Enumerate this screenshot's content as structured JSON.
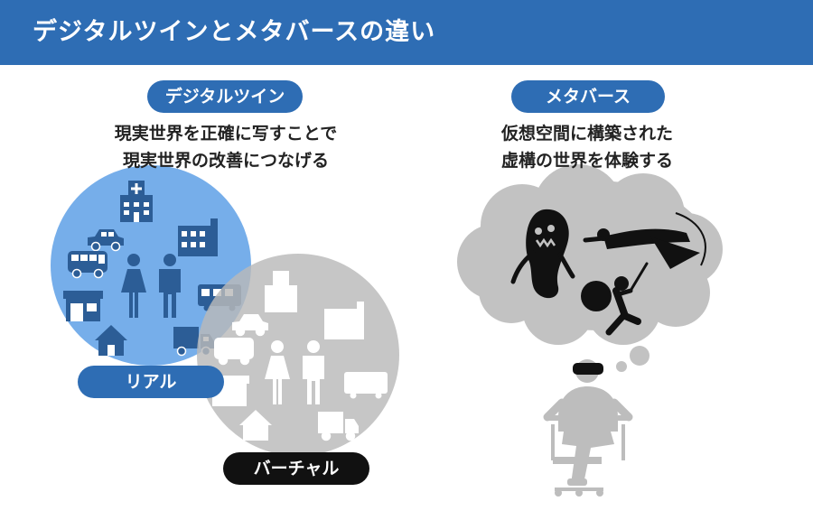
{
  "header": {
    "title": "デジタルツインとメタバースの違い"
  },
  "digital_twin": {
    "label": "デジタルツイン",
    "description_line1": "現実世界を正確に写すことで",
    "description_line2": "現実世界の改善につなげる",
    "real_label": "リアル",
    "virtual_label": "バーチャル"
  },
  "metaverse": {
    "label": "メタバース",
    "description_line1": "仮想空間に構築された",
    "description_line2": "虚構の世界を体験する"
  },
  "colors": {
    "brand_blue": "#2e6db4",
    "real_circle": "#76aeea",
    "real_icons": "#2c5d96",
    "virtual_circle": "#bdbdbd",
    "virtual_icons": "#ffffff",
    "cloud": "#c2c2c2",
    "person": "#bdbdbd",
    "dark": "#111111"
  },
  "icons": [
    "hospital-icon",
    "car-icon",
    "bus-icon",
    "woman-icon",
    "man-icon",
    "building-icon",
    "train-icon",
    "store-icon",
    "house-icon",
    "truck-icon",
    "monster-icon",
    "flying-hero-icon",
    "warrior-icon",
    "vr-headset-icon",
    "chair-icon"
  ]
}
